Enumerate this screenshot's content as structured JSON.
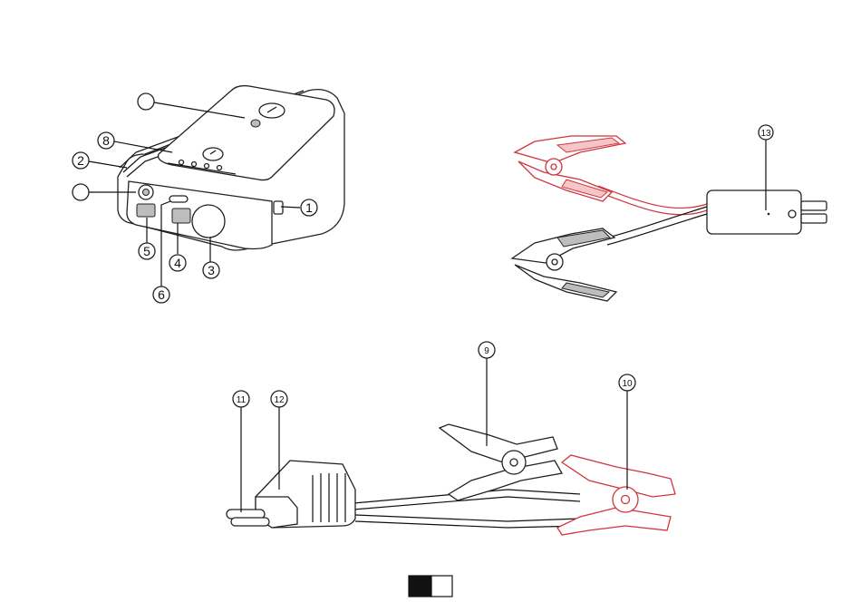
{
  "callouts": {
    "c1": "1",
    "c2": "2",
    "c3": "3",
    "c4": "4",
    "c5": "5",
    "c6": "6",
    "c8": "8",
    "c9": "9",
    "c10": "10",
    "c11": "11",
    "c12": "12",
    "c13": "13"
  },
  "page_indicator": {
    "total": 2,
    "current": 1,
    "active_color": "#111111",
    "inactive_color": "#ffffff"
  },
  "colors": {
    "positive_clamp": "#d0353c",
    "outline": "#222222"
  }
}
